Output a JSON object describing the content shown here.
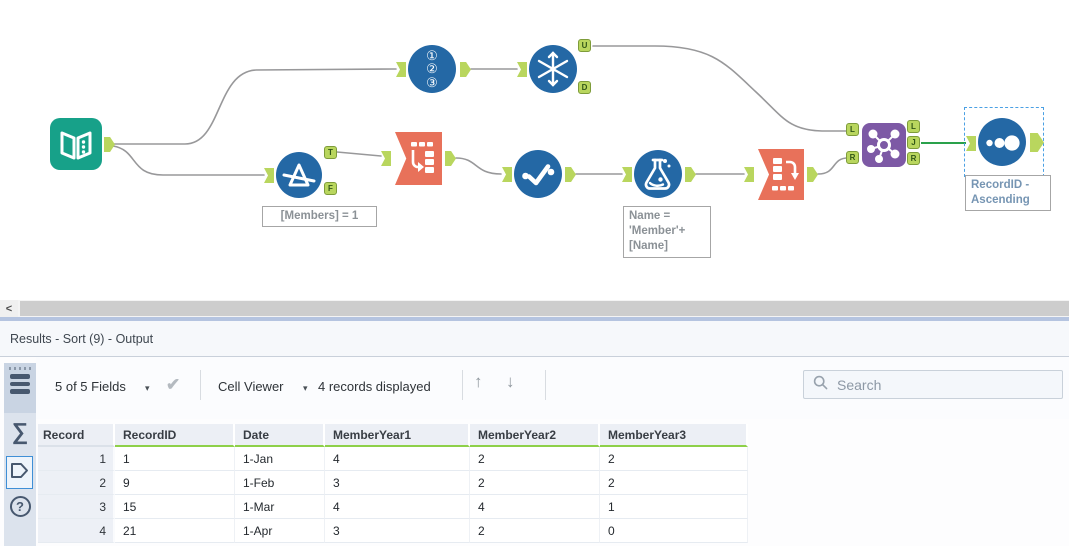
{
  "canvas": {
    "anchor_letters": {
      "T": "T",
      "F": "F",
      "U": "U",
      "D": "D",
      "L": "L",
      "J": "J",
      "R": "R"
    },
    "record_id_digits": [
      "①",
      "②",
      "③"
    ],
    "annotations": {
      "filter": "[Members] = 1",
      "formula_lines": [
        "Name =",
        "'Member'+",
        "[Name]"
      ],
      "sort_lines": [
        "RecordID -",
        "Ascending"
      ]
    },
    "colors": {
      "tool_blue": "#2468a5",
      "tool_teal": "#17a189",
      "tool_orange": "#e8715a",
      "tool_purple": "#7d59a5",
      "anchor_green": "#b9d65e",
      "selected_wire_green": "#2aa14b",
      "selection_blue": "#4aa0e4",
      "header_underline_green": "#8ed049"
    }
  },
  "glyphs": {
    "scroll_left": "<",
    "caret_down": "▾",
    "check": "✔",
    "up_arrow": "↑",
    "down_arrow": "↓",
    "sigma": "∑",
    "help": "?"
  },
  "results": {
    "title": "Results - Sort (9) - Output",
    "toolbar": {
      "fields_label": "5 of 5 Fields",
      "cell_viewer_label": "Cell Viewer",
      "records_label": "4 records displayed",
      "search_placeholder": "Search"
    },
    "table": {
      "columns": [
        "Record",
        "RecordID",
        "Date",
        "MemberYear1",
        "MemberYear2",
        "MemberYear3"
      ],
      "rows": [
        [
          "1",
          "1",
          "1-Jan",
          "4",
          "2",
          "2"
        ],
        [
          "2",
          "9",
          "1-Feb",
          "3",
          "2",
          "2"
        ],
        [
          "3",
          "15",
          "1-Mar",
          "4",
          "4",
          "1"
        ],
        [
          "4",
          "21",
          "1-Apr",
          "3",
          "2",
          "0"
        ]
      ]
    }
  }
}
